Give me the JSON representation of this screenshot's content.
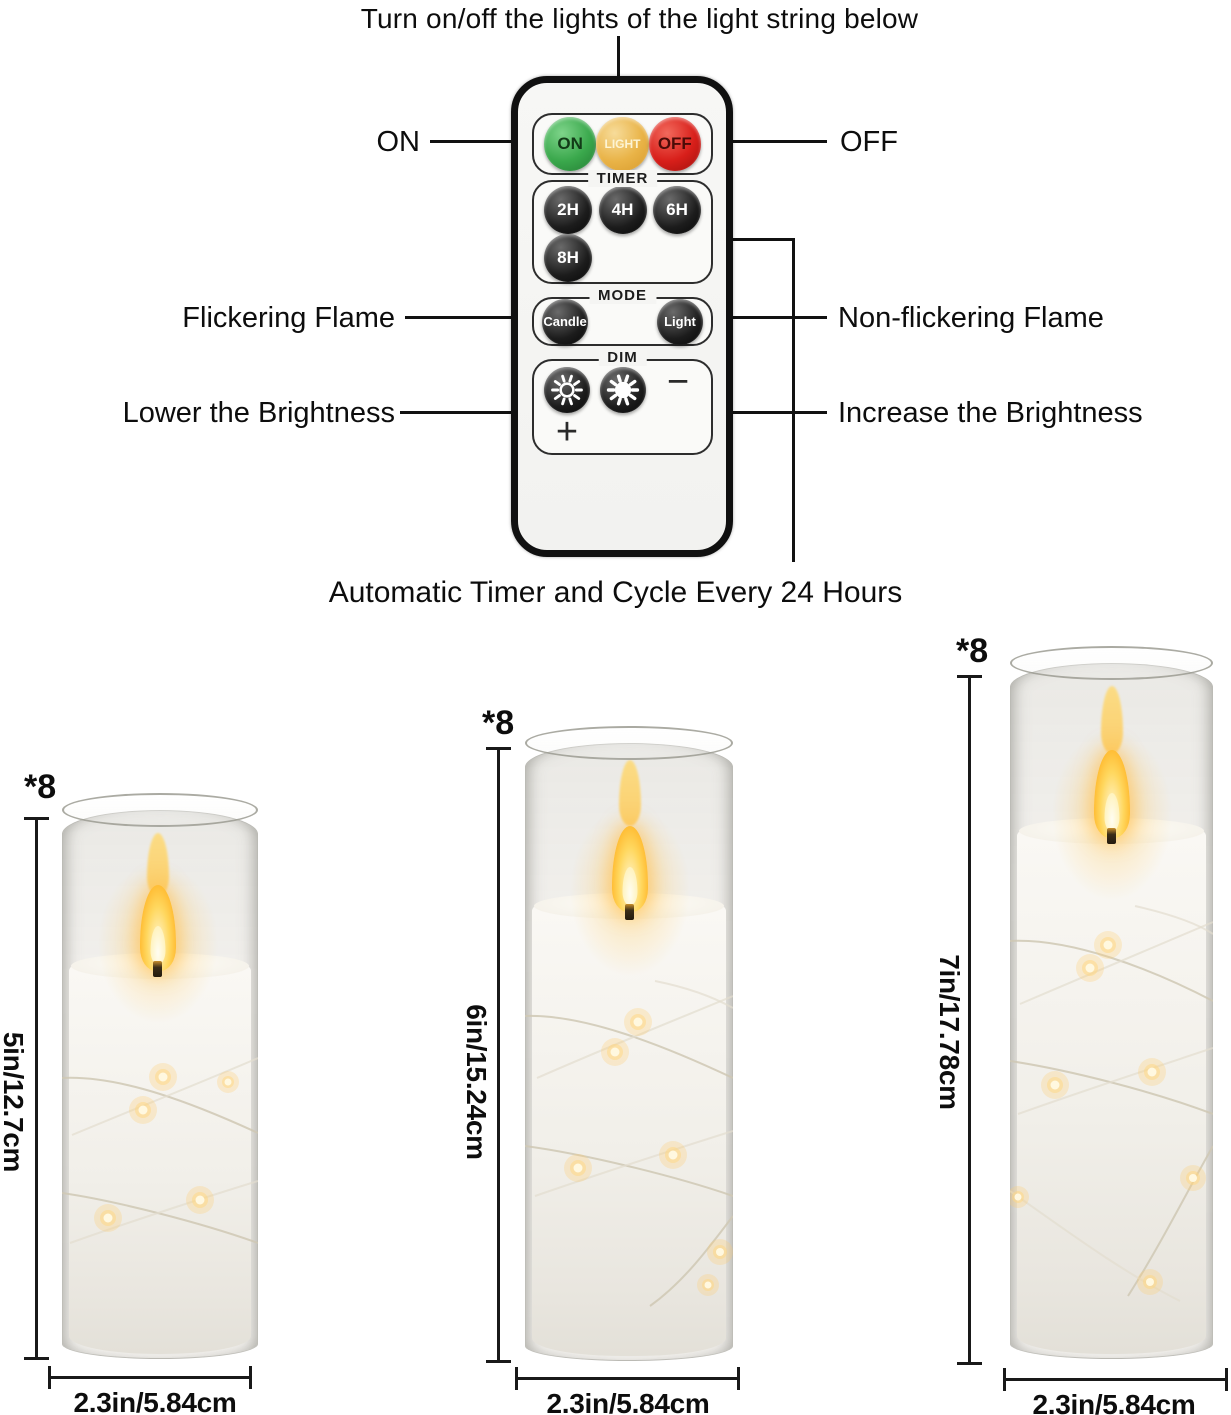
{
  "title": "Turn on/off the lights of the light string below",
  "remote": {
    "power": {
      "on": "ON",
      "light": "LIGHT",
      "off": "OFF"
    },
    "timer": {
      "label": "TIMER",
      "buttons": [
        "2H",
        "4H",
        "6H",
        "8H"
      ]
    },
    "mode": {
      "label": "MODE",
      "buttons": [
        "Candle",
        "Light"
      ]
    },
    "dim": {
      "label": "DIM",
      "decrease": "−",
      "increase": "+"
    }
  },
  "callouts": {
    "on": "ON",
    "off": "OFF",
    "flicker": "Flickering Flame",
    "non_flicker": "Non-flickering Flame",
    "lower": "Lower the Brightness",
    "increase": "Increase the Brightness",
    "auto_timer": "Automatic Timer and Cycle Every 24 Hours"
  },
  "candles": [
    {
      "qty": "*8",
      "height": "5in/12.7cm",
      "width": "2.3in/5.84cm"
    },
    {
      "qty": "*8",
      "height": "6in/15.24cm",
      "width": "2.3in/5.84cm"
    },
    {
      "qty": "*8",
      "height": "7in/17.78cm",
      "width": "2.3in/5.84cm"
    }
  ],
  "colors": {
    "on_button": "#3aa84c",
    "light_button": "#e9b347",
    "off_button": "#d81f1a",
    "dark_button": "#1c1c1c",
    "flame": "#ffc940",
    "line": "#111111"
  }
}
